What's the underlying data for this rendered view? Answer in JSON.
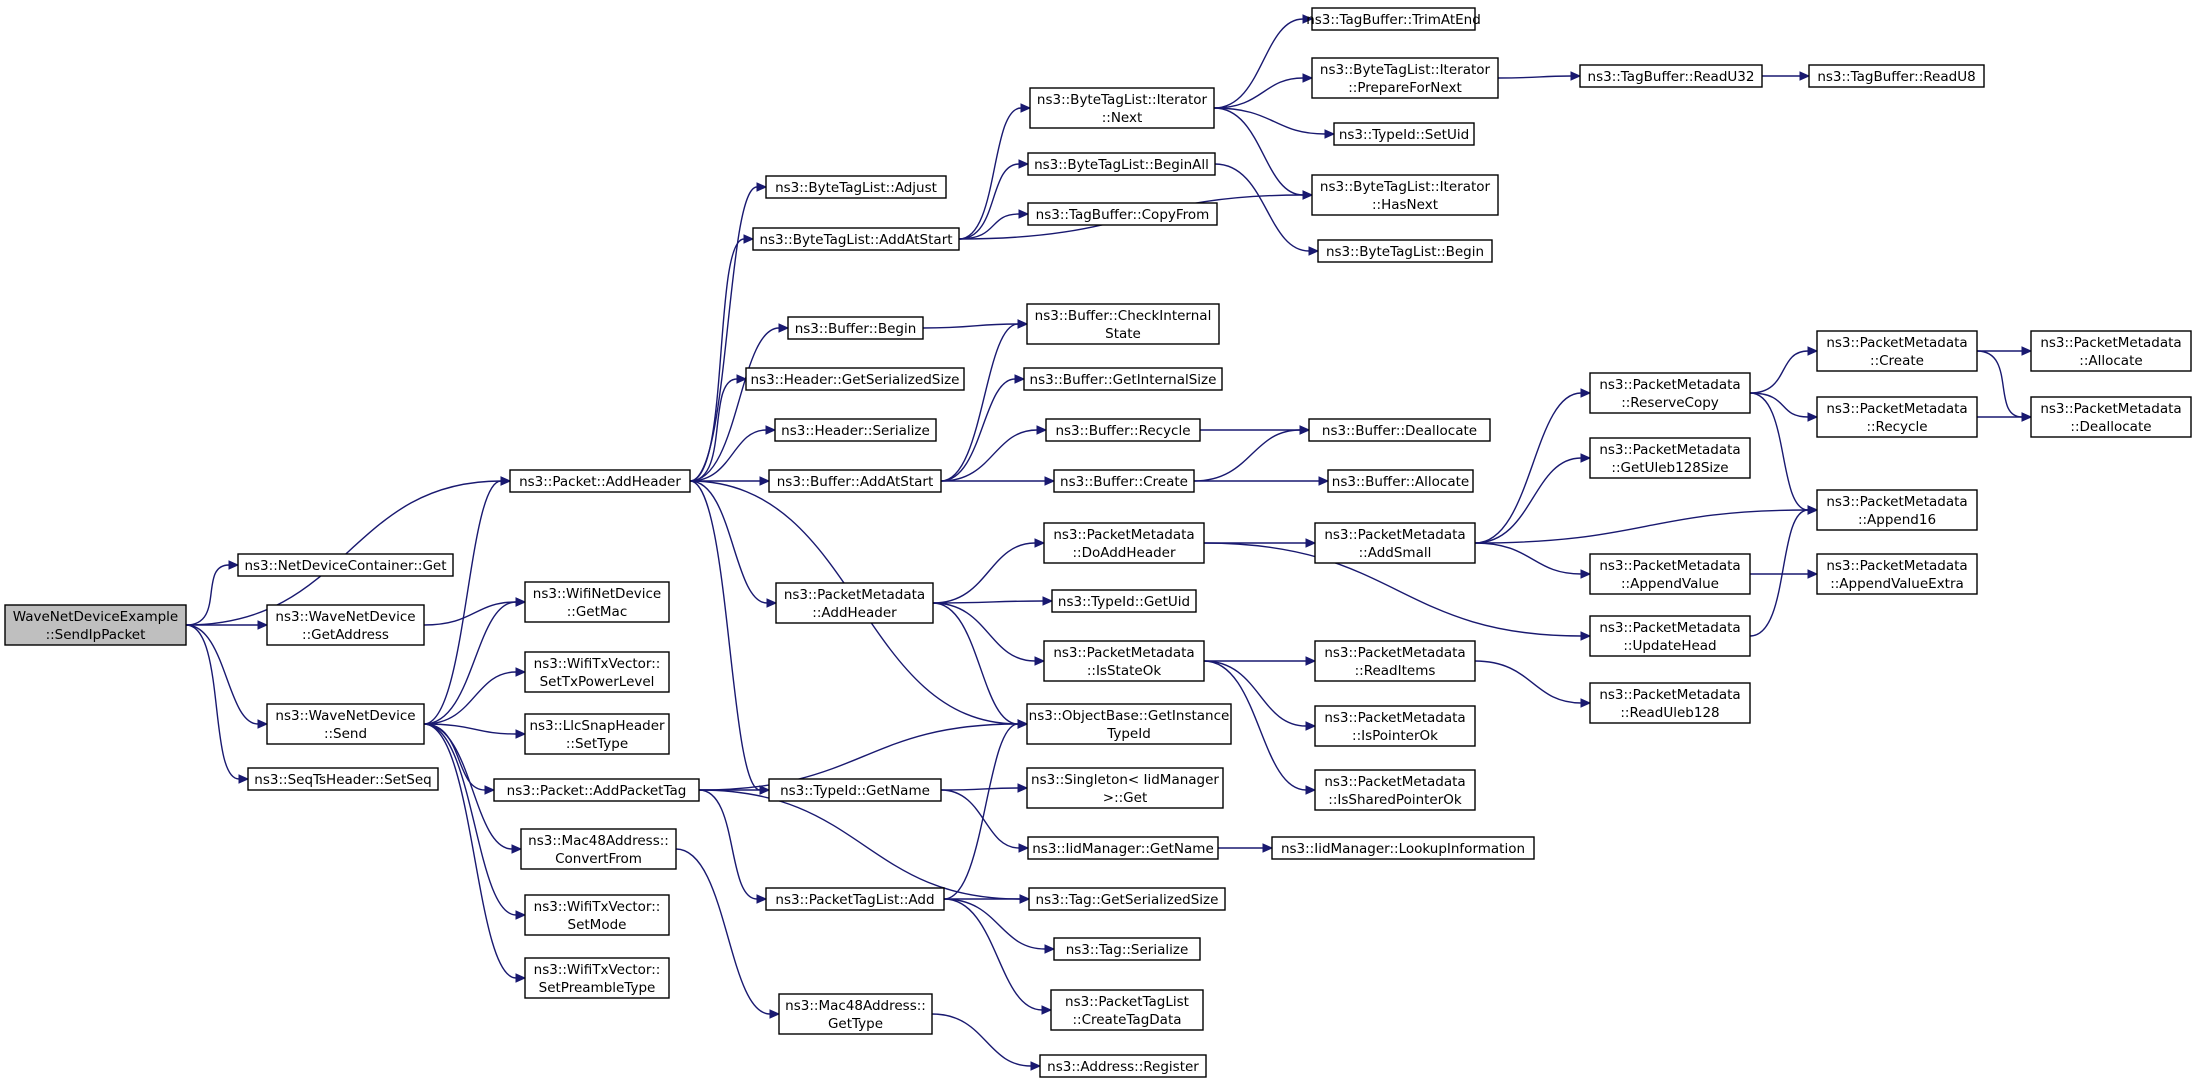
{
  "diagram": {
    "type": "call-graph",
    "root": "n0",
    "colors": {
      "edge": "#191970",
      "node_border": "#000000",
      "root_fill": "#bfbfbf",
      "node_fill": "#ffffff"
    },
    "nodes": [
      {
        "id": "n0",
        "lines": [
          "WaveNetDeviceExample",
          "::SendIpPacket"
        ]
      },
      {
        "id": "n1",
        "lines": [
          "ns3::Packet::AddHeader"
        ]
      },
      {
        "id": "n2",
        "lines": [
          "ns3::NetDeviceContainer::Get"
        ]
      },
      {
        "id": "n3",
        "lines": [
          "ns3::WaveNetDevice",
          "::GetAddress"
        ]
      },
      {
        "id": "n4",
        "lines": [
          "ns3::WaveNetDevice",
          "::Send"
        ]
      },
      {
        "id": "n5",
        "lines": [
          "ns3::SeqTsHeader::SetSeq"
        ]
      },
      {
        "id": "n6",
        "lines": [
          "ns3::ByteTagList::Adjust"
        ]
      },
      {
        "id": "n7",
        "lines": [
          "ns3::ByteTagList::AddAtStart"
        ]
      },
      {
        "id": "n8",
        "lines": [
          "ns3::Buffer::Begin"
        ]
      },
      {
        "id": "n9",
        "lines": [
          "ns3::Header::GetSerializedSize"
        ]
      },
      {
        "id": "n10",
        "lines": [
          "ns3::Header::Serialize"
        ]
      },
      {
        "id": "n11",
        "lines": [
          "ns3::Buffer::AddAtStart"
        ]
      },
      {
        "id": "n12",
        "lines": [
          "ns3::PacketMetadata",
          "::AddHeader"
        ]
      },
      {
        "id": "n13",
        "lines": [
          "ns3::ObjectBase::GetInstance",
          "TypeId"
        ]
      },
      {
        "id": "n14",
        "lines": [
          "ns3::TypeId::GetName"
        ]
      },
      {
        "id": "n15",
        "lines": [
          "ns3::ByteTagList::Iterator",
          "::Next"
        ]
      },
      {
        "id": "n16",
        "lines": [
          "ns3::ByteTagList::BeginAll"
        ]
      },
      {
        "id": "n17",
        "lines": [
          "ns3::TagBuffer::CopyFrom"
        ]
      },
      {
        "id": "n18",
        "lines": [
          "ns3::ByteTagList::Iterator",
          "::HasNext"
        ]
      },
      {
        "id": "n19",
        "lines": [
          "ns3::TagBuffer::TrimAtEnd"
        ]
      },
      {
        "id": "n20",
        "lines": [
          "ns3::ByteTagList::Iterator",
          "::PrepareForNext"
        ]
      },
      {
        "id": "n21",
        "lines": [
          "ns3::TypeId::SetUid"
        ]
      },
      {
        "id": "n22",
        "lines": [
          "ns3::TagBuffer::ReadU32"
        ]
      },
      {
        "id": "n23",
        "lines": [
          "ns3::TagBuffer::ReadU8"
        ]
      },
      {
        "id": "n24",
        "lines": [
          "ns3::ByteTagList::Begin"
        ]
      },
      {
        "id": "n25",
        "lines": [
          "ns3::Buffer::CheckInternal",
          "State"
        ]
      },
      {
        "id": "n26",
        "lines": [
          "ns3::Buffer::GetInternalSize"
        ]
      },
      {
        "id": "n27",
        "lines": [
          "ns3::Buffer::Recycle"
        ]
      },
      {
        "id": "n28",
        "lines": [
          "ns3::Buffer::Create"
        ]
      },
      {
        "id": "n29",
        "lines": [
          "ns3::Buffer::Deallocate"
        ]
      },
      {
        "id": "n30",
        "lines": [
          "ns3::Buffer::Allocate"
        ]
      },
      {
        "id": "n31",
        "lines": [
          "ns3::PacketMetadata",
          "::DoAddHeader"
        ]
      },
      {
        "id": "n32",
        "lines": [
          "ns3::TypeId::GetUid"
        ]
      },
      {
        "id": "n33",
        "lines": [
          "ns3::PacketMetadata",
          "::IsStateOk"
        ]
      },
      {
        "id": "n34",
        "lines": [
          "ns3::PacketMetadata",
          "::AddSmall"
        ]
      },
      {
        "id": "n35",
        "lines": [
          "ns3::PacketMetadata",
          "::UpdateHead"
        ]
      },
      {
        "id": "n36",
        "lines": [
          "ns3::PacketMetadata",
          "::ReserveCopy"
        ]
      },
      {
        "id": "n37",
        "lines": [
          "ns3::PacketMetadata",
          "::GetUleb128Size"
        ]
      },
      {
        "id": "n38",
        "lines": [
          "ns3::PacketMetadata",
          "::Append16"
        ]
      },
      {
        "id": "n39",
        "lines": [
          "ns3::PacketMetadata",
          "::AppendValue"
        ]
      },
      {
        "id": "n40",
        "lines": [
          "ns3::PacketMetadata",
          "::Create"
        ]
      },
      {
        "id": "n41",
        "lines": [
          "ns3::PacketMetadata",
          "::Recycle"
        ]
      },
      {
        "id": "n42",
        "lines": [
          "ns3::PacketMetadata",
          "::Allocate"
        ]
      },
      {
        "id": "n43",
        "lines": [
          "ns3::PacketMetadata",
          "::Deallocate"
        ]
      },
      {
        "id": "n44",
        "lines": [
          "ns3::PacketMetadata",
          "::AppendValueExtra"
        ]
      },
      {
        "id": "n45",
        "lines": [
          "ns3::PacketMetadata",
          "::ReadItems"
        ]
      },
      {
        "id": "n46",
        "lines": [
          "ns3::PacketMetadata",
          "::IsPointerOk"
        ]
      },
      {
        "id": "n47",
        "lines": [
          "ns3::PacketMetadata",
          "::IsSharedPointerOk"
        ]
      },
      {
        "id": "n48",
        "lines": [
          "ns3::PacketMetadata",
          "::ReadUleb128"
        ]
      },
      {
        "id": "n49",
        "lines": [
          "ns3::Singleton< IidManager",
          " >::Get"
        ]
      },
      {
        "id": "n50",
        "lines": [
          "ns3::IidManager::GetName"
        ]
      },
      {
        "id": "n51",
        "lines": [
          "ns3::IidManager::LookupInformation"
        ]
      },
      {
        "id": "n52",
        "lines": [
          "ns3::WifiNetDevice",
          "::GetMac"
        ]
      },
      {
        "id": "n53",
        "lines": [
          "ns3::WifiTxVector::",
          "SetTxPowerLevel"
        ]
      },
      {
        "id": "n54",
        "lines": [
          "ns3::LlcSnapHeader",
          "::SetType"
        ]
      },
      {
        "id": "n55",
        "lines": [
          "ns3::Packet::AddPacketTag"
        ]
      },
      {
        "id": "n56",
        "lines": [
          "ns3::Mac48Address::",
          "ConvertFrom"
        ]
      },
      {
        "id": "n57",
        "lines": [
          "ns3::WifiTxVector::",
          "SetMode"
        ]
      },
      {
        "id": "n58",
        "lines": [
          "ns3::WifiTxVector::",
          "SetPreambleType"
        ]
      },
      {
        "id": "n59",
        "lines": [
          "ns3::PacketTagList::Add"
        ]
      },
      {
        "id": "n60",
        "lines": [
          "ns3::Tag::GetSerializedSize"
        ]
      },
      {
        "id": "n61",
        "lines": [
          "ns3::Tag::Serialize"
        ]
      },
      {
        "id": "n62",
        "lines": [
          "ns3::PacketTagList",
          "::CreateTagData"
        ]
      },
      {
        "id": "n63",
        "lines": [
          "ns3::Mac48Address::",
          "GetType"
        ]
      },
      {
        "id": "n64",
        "lines": [
          "ns3::Address::Register"
        ]
      }
    ],
    "edges": [
      [
        "n0",
        "n1"
      ],
      [
        "n0",
        "n2"
      ],
      [
        "n0",
        "n3"
      ],
      [
        "n0",
        "n4"
      ],
      [
        "n0",
        "n5"
      ],
      [
        "n1",
        "n6"
      ],
      [
        "n1",
        "n7"
      ],
      [
        "n1",
        "n8"
      ],
      [
        "n1",
        "n9"
      ],
      [
        "n1",
        "n10"
      ],
      [
        "n1",
        "n11"
      ],
      [
        "n1",
        "n12"
      ],
      [
        "n1",
        "n13"
      ],
      [
        "n1",
        "n14"
      ],
      [
        "n7",
        "n15"
      ],
      [
        "n7",
        "n16"
      ],
      [
        "n7",
        "n17"
      ],
      [
        "n7",
        "n18"
      ],
      [
        "n15",
        "n19"
      ],
      [
        "n15",
        "n20"
      ],
      [
        "n15",
        "n21"
      ],
      [
        "n15",
        "n18"
      ],
      [
        "n20",
        "n22"
      ],
      [
        "n22",
        "n23"
      ],
      [
        "n16",
        "n24"
      ],
      [
        "n8",
        "n25"
      ],
      [
        "n11",
        "n25"
      ],
      [
        "n11",
        "n26"
      ],
      [
        "n11",
        "n27"
      ],
      [
        "n11",
        "n28"
      ],
      [
        "n27",
        "n29"
      ],
      [
        "n28",
        "n29"
      ],
      [
        "n28",
        "n30"
      ],
      [
        "n12",
        "n31"
      ],
      [
        "n12",
        "n32"
      ],
      [
        "n12",
        "n33"
      ],
      [
        "n12",
        "n13"
      ],
      [
        "n31",
        "n34"
      ],
      [
        "n31",
        "n35"
      ],
      [
        "n34",
        "n36"
      ],
      [
        "n34",
        "n37"
      ],
      [
        "n34",
        "n38"
      ],
      [
        "n34",
        "n39"
      ],
      [
        "n36",
        "n40"
      ],
      [
        "n36",
        "n41"
      ],
      [
        "n36",
        "n38"
      ],
      [
        "n40",
        "n42"
      ],
      [
        "n40",
        "n43"
      ],
      [
        "n41",
        "n43"
      ],
      [
        "n39",
        "n44"
      ],
      [
        "n35",
        "n38"
      ],
      [
        "n33",
        "n45"
      ],
      [
        "n33",
        "n46"
      ],
      [
        "n33",
        "n47"
      ],
      [
        "n45",
        "n48"
      ],
      [
        "n3",
        "n52"
      ],
      [
        "n4",
        "n1"
      ],
      [
        "n4",
        "n52"
      ],
      [
        "n4",
        "n53"
      ],
      [
        "n4",
        "n54"
      ],
      [
        "n4",
        "n55"
      ],
      [
        "n4",
        "n56"
      ],
      [
        "n4",
        "n57"
      ],
      [
        "n4",
        "n58"
      ],
      [
        "n55",
        "n13"
      ],
      [
        "n55",
        "n14"
      ],
      [
        "n55",
        "n59"
      ],
      [
        "n55",
        "n60"
      ],
      [
        "n14",
        "n49"
      ],
      [
        "n14",
        "n50"
      ],
      [
        "n50",
        "n51"
      ],
      [
        "n59",
        "n13"
      ],
      [
        "n59",
        "n60"
      ],
      [
        "n59",
        "n61"
      ],
      [
        "n59",
        "n62"
      ],
      [
        "n56",
        "n63"
      ],
      [
        "n63",
        "n64"
      ]
    ]
  }
}
